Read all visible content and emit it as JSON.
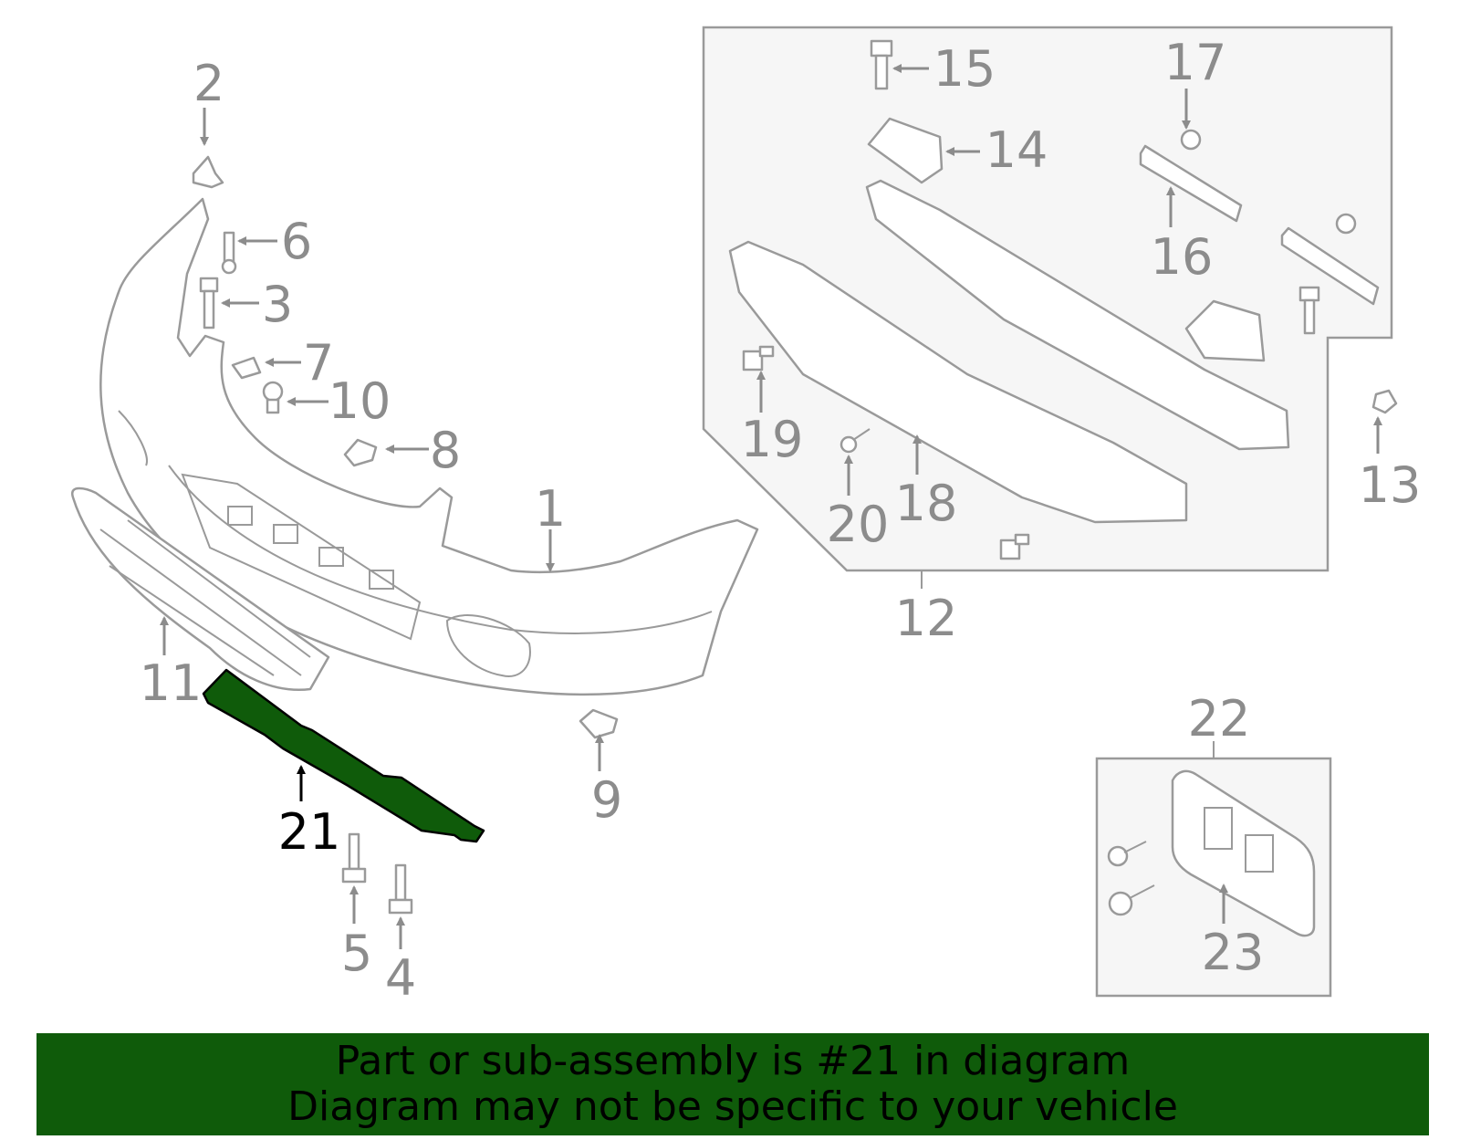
{
  "callouts": {
    "c1": "1",
    "c2": "2",
    "c3": "3",
    "c4": "4",
    "c5": "5",
    "c6": "6",
    "c7": "7",
    "c8": "8",
    "c9": "9",
    "c10": "10",
    "c11": "11",
    "c12": "12",
    "c13": "13",
    "c14": "14",
    "c15": "15",
    "c16": "16",
    "c17": "17",
    "c18": "18",
    "c19": "19",
    "c20": "20",
    "c21": "21",
    "c22": "22",
    "c23": "23"
  },
  "highlight": {
    "part": "21",
    "color": "#0f5b0a"
  },
  "colors": {
    "outline": "#9a9a9a",
    "box_fill": "#f6f6f6",
    "banner": "#0f5b0a"
  },
  "banner": {
    "line1": "Part or sub-assembly is #21 in diagram",
    "line2": "Diagram may not be specific to your vehicle"
  }
}
